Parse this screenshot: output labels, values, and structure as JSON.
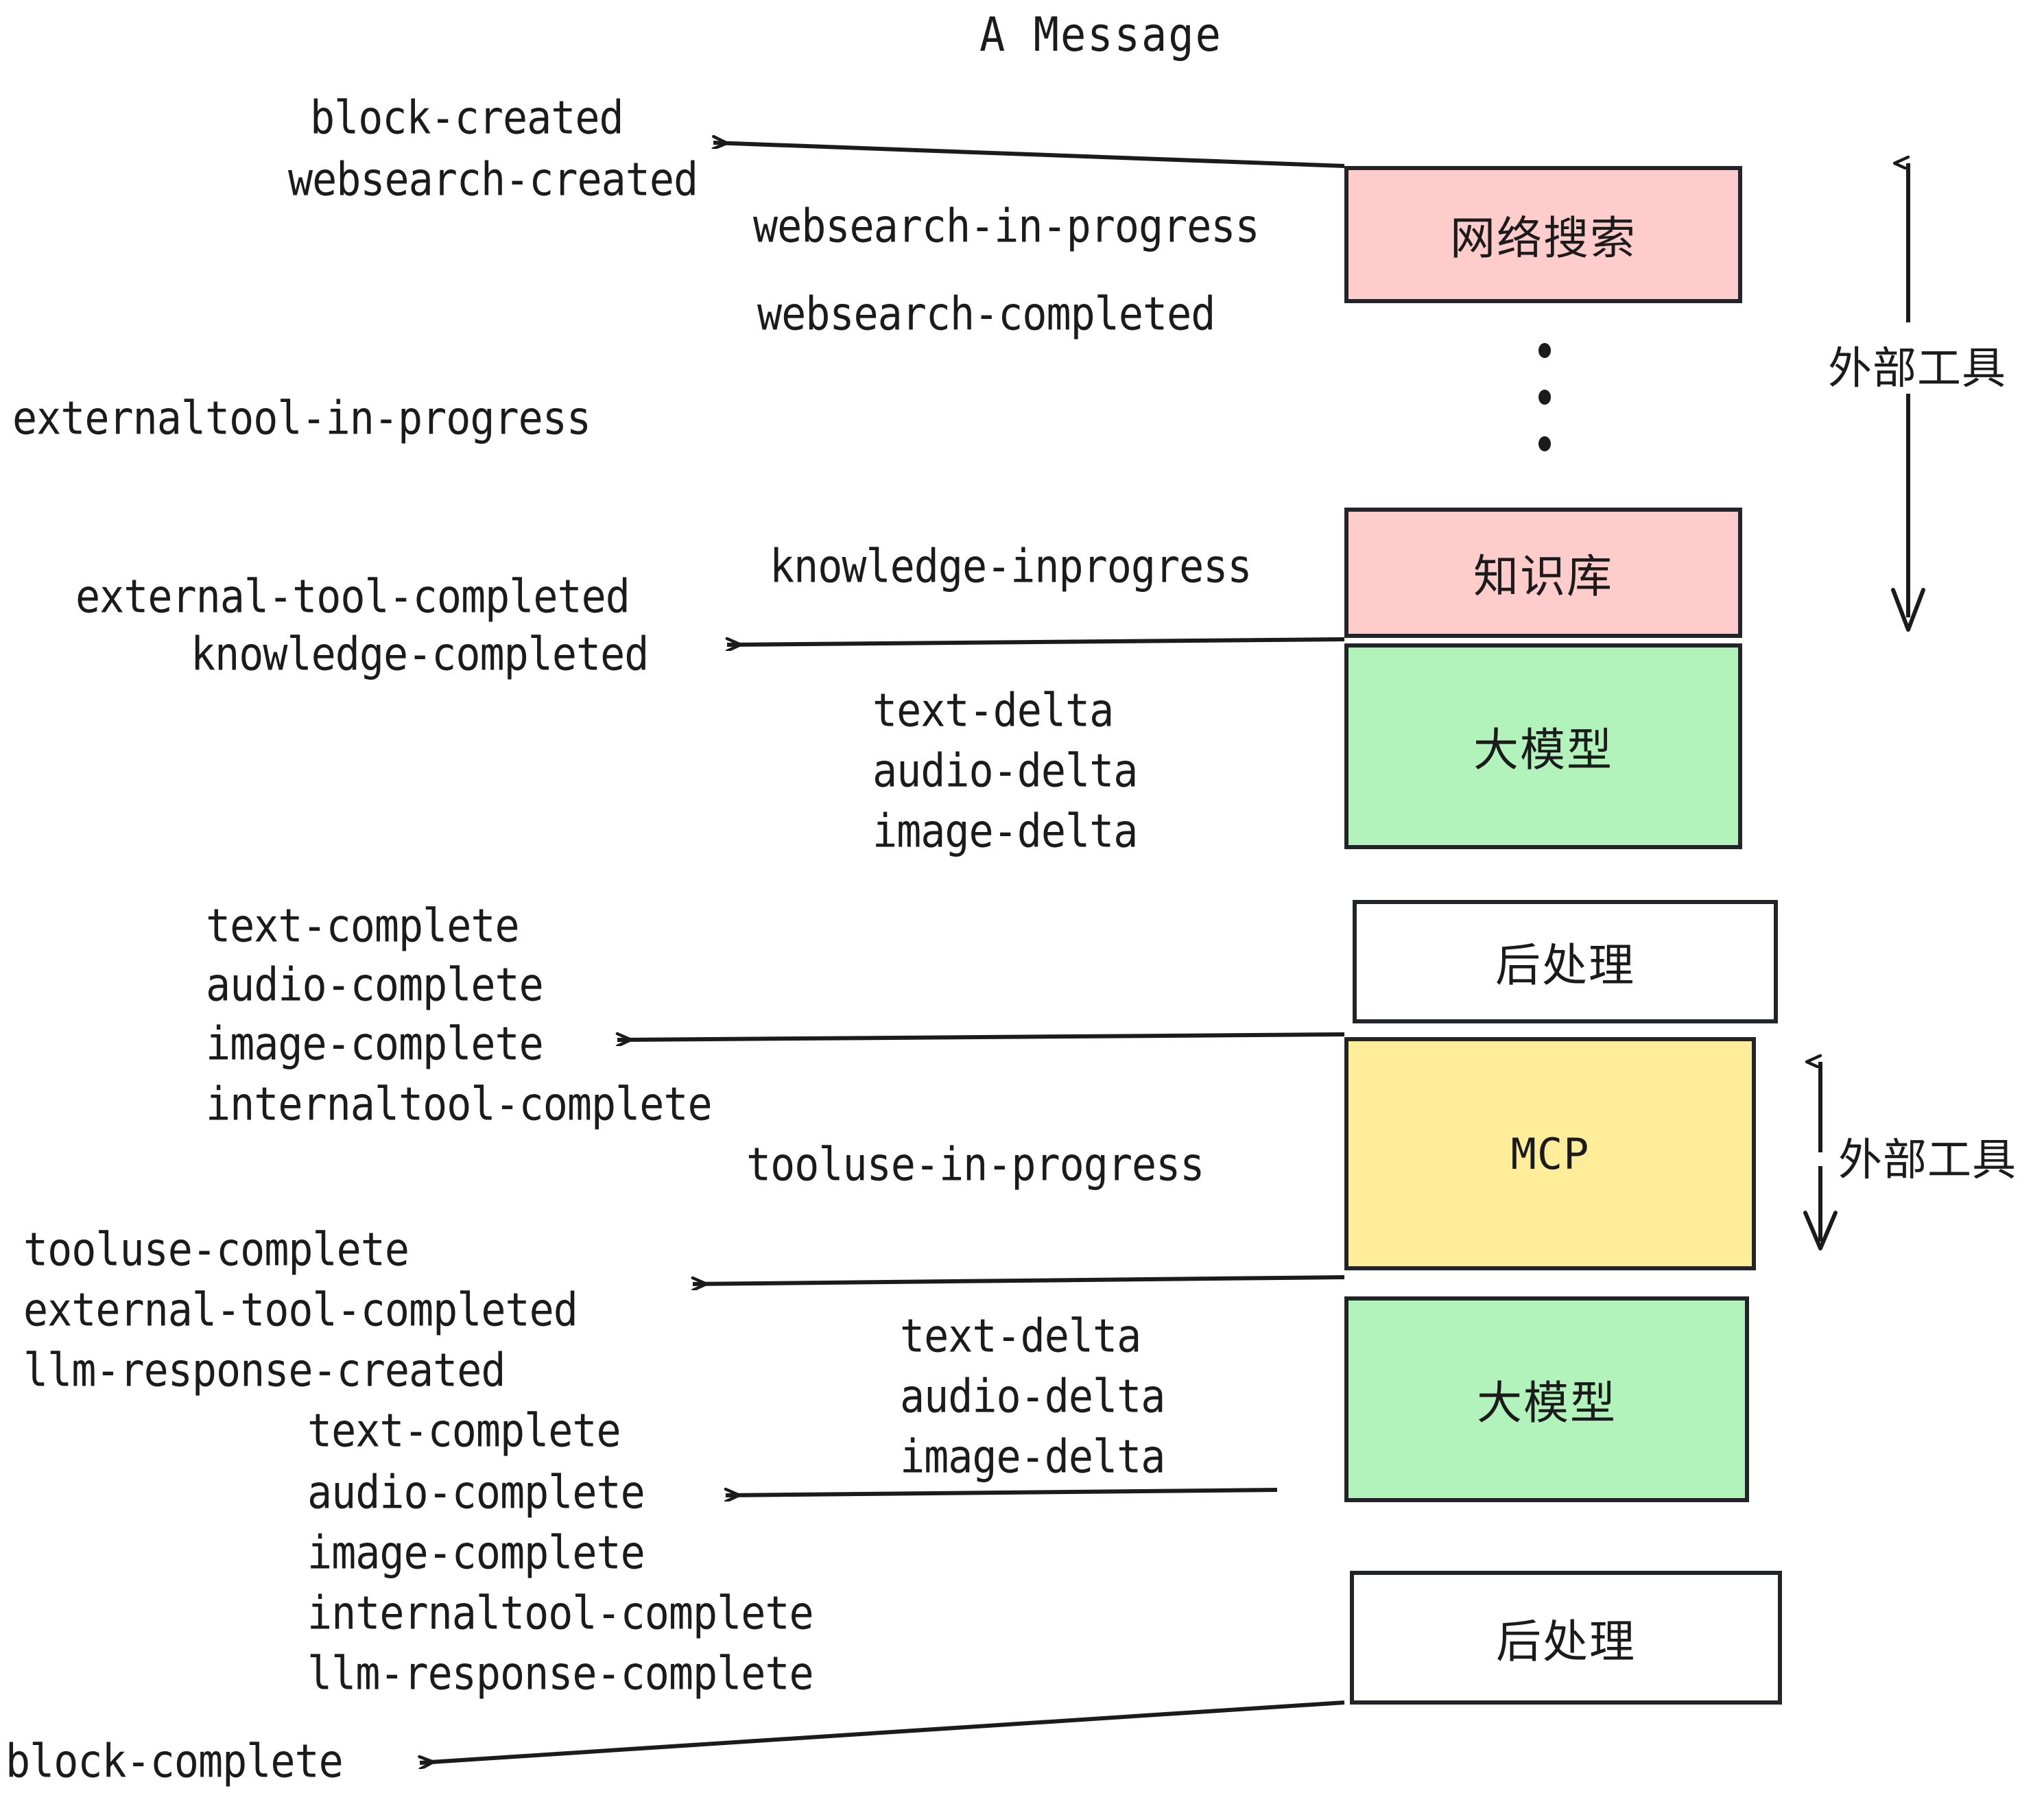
{
  "title": "A Message",
  "colors": {
    "pink": "#FFCCCC",
    "green": "#B2F2BB",
    "yellow": "#FFED99",
    "white": "#FFFFFF",
    "stroke": "#23232A",
    "text": "#1B1B1B"
  },
  "boxes": [
    {
      "id": "websearch",
      "label": "网络搜索",
      "color": "pink"
    },
    {
      "id": "knowledge",
      "label": "知识库",
      "color": "pink"
    },
    {
      "id": "llm-1",
      "label": "大模型",
      "color": "green"
    },
    {
      "id": "postprocess-1",
      "label": "后处理",
      "color": "white"
    },
    {
      "id": "mcp",
      "label": "MCP",
      "color": "yellow"
    },
    {
      "id": "llm-2",
      "label": "大模型",
      "color": "green"
    },
    {
      "id": "postprocess-2",
      "label": "后处理",
      "color": "white"
    }
  ],
  "side_labels": [
    {
      "id": "external-tools-top",
      "label": "外部工具"
    },
    {
      "id": "external-tools-bottom",
      "label": "外部工具"
    }
  ],
  "events": {
    "block_created": "block-created",
    "websearch_created": "websearch-created",
    "websearch_in_progress": "websearch-in-progress",
    "websearch_completed": "websearch-completed",
    "externaltool_in_progress": "externaltool-in-progress",
    "knowledge_inprogress": "knowledge-inprogress",
    "external_tool_completed_1": "external-tool-completed",
    "knowledge_completed": "knowledge-completed",
    "text_delta_1": "text-delta",
    "audio_delta_1": "audio-delta",
    "image_delta_1": "image-delta",
    "text_complete_1": "text-complete",
    "audio_complete_1": "audio-complete",
    "image_complete_1": "image-complete",
    "internaltool_complete_1": "internaltool-complete",
    "tooluse_in_progress": "tooluse-in-progress",
    "tooluse_complete": "tooluse-complete",
    "external_tool_completed_2": "external-tool-completed",
    "llm_response_created": "llm-response-created",
    "text_delta_2": "text-delta",
    "audio_delta_2": "audio-delta",
    "image_delta_2": "image-delta",
    "text_complete_2": "text-complete",
    "audio_complete_2": "audio-complete",
    "image_complete_2": "image-complete",
    "internaltool_complete_2": "internaltool-complete",
    "llm_response_complete": "llm-response-complete",
    "block_complete": "block-complete"
  },
  "ellipsis": {
    "id": "vertical-ellipsis",
    "dots": 3
  }
}
